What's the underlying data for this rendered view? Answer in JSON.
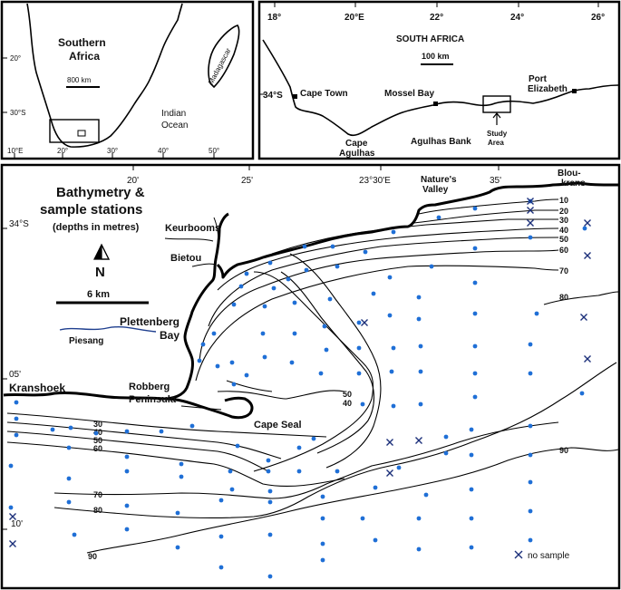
{
  "inset_africa": {
    "title_line1": "Southern",
    "title_line2": "Africa",
    "scale_label": "800 km",
    "madagascar_label": "Madagascar",
    "ocean_line1": "Indian",
    "ocean_line2": "Ocean",
    "lat_labels": [
      "20°",
      "30°S"
    ],
    "lon_labels": [
      "10°E",
      "20°",
      "30°",
      "40°",
      "50°"
    ]
  },
  "inset_sa": {
    "title": "SOUTH AFRICA",
    "scale_label": "100 km",
    "lon_labels": [
      "18°",
      "20°E",
      "22°",
      "24°",
      "26°"
    ],
    "lat_label": "34°S",
    "places": {
      "cape_town": "Cape Town",
      "mossel_bay": "Mossel Bay",
      "port_elizabeth_line1": "Port",
      "port_elizabeth_line2": "Elizabeth",
      "cape_agulhas_line1": "Cape",
      "cape_agulhas_line2": "Agulhas",
      "agulhas_bank": "Agulhas Bank",
      "study_area_line1": "Study",
      "study_area_line2": "Area"
    }
  },
  "main_map": {
    "title_line1": "Bathymetry &",
    "title_line2": "sample stations",
    "subtitle": "(depths in metres)",
    "north_label": "N",
    "scale_label": "6 km",
    "lon_labels": [
      "20'",
      "25'",
      "23°30'E",
      "35'"
    ],
    "lat_labels": [
      "34°S",
      "05'",
      "10'"
    ],
    "places": {
      "keurbooms": "Keurbooms",
      "bietou": "Bietou",
      "plettenberg_line1": "Plettenberg",
      "plettenberg_line2": "Bay",
      "piesang": "Piesang",
      "kranshoek": "Kranshoek",
      "robberg_line1": "Robberg",
      "robberg_line2": "Peninsula",
      "cape_seal": "Cape Seal",
      "natures_valley_line1": "Nature's",
      "natures_valley_line2": "Valley",
      "bloukrans_line1": "Blou-",
      "bloukrans_line2": "krans"
    },
    "depth_labels_east": [
      "10",
      "20",
      "30",
      "40",
      "50",
      "60",
      "70",
      "80",
      "90"
    ],
    "depth_labels_west": [
      "30",
      "40",
      "50",
      "60",
      "70",
      "80",
      "90"
    ],
    "depth_labels_inner": [
      "50",
      "40"
    ],
    "legend_no_sample": "no sample"
  }
}
